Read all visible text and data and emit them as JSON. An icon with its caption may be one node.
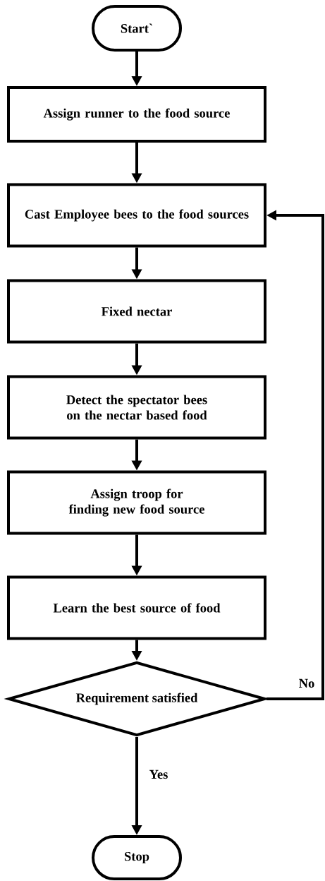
{
  "diagram": {
    "nodes": [
      {
        "text": [
          "Start`"
        ]
      },
      {
        "text": [
          "Assign runner to the food source"
        ]
      },
      {
        "text": [
          "Cast Employee bees to the food sources"
        ]
      },
      {
        "text": [
          "Fixed nectar"
        ]
      },
      {
        "text": [
          "Detect the spectator bees on the nectar based food"
        ]
      },
      {
        "text": [
          "Assign troop for finding new food source"
        ]
      },
      {
        "text": [
          "Learn the best source of food"
        ]
      },
      {
        "text": [
          "Requirement satisfied"
        ]
      },
      {
        "text": [
          "Stop"
        ]
      }
    ],
    "edges": [
      {
        "from": 0,
        "to": 1,
        "arrow": "to"
      },
      {
        "from": 1,
        "to": 2,
        "arrow": "to"
      },
      {
        "from": 2,
        "to": 3,
        "arrow": "to"
      },
      {
        "from": 3,
        "to": 4,
        "arrow": "to"
      },
      {
        "from": 4,
        "to": 5,
        "arrow": "to"
      },
      {
        "from": 5,
        "to": 6,
        "arrow": "to"
      },
      {
        "from": 6,
        "to": 7,
        "arrow": "to"
      },
      {
        "from": 7,
        "to": 8,
        "label": "Yes",
        "arrow": "to"
      },
      {
        "from": 7,
        "to": 2,
        "label": "No",
        "arrow": "to"
      }
    ]
  }
}
